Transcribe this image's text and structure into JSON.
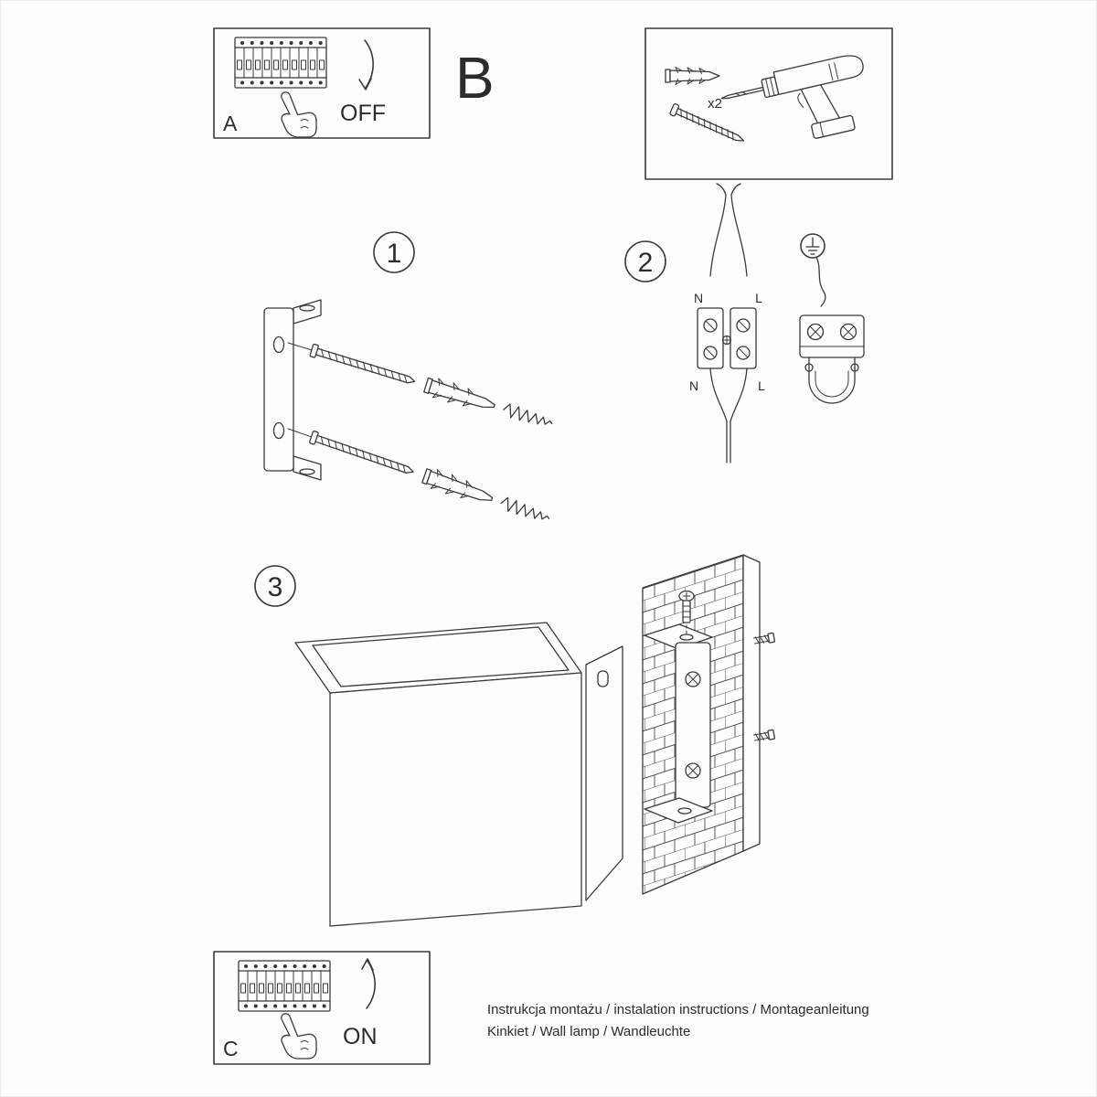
{
  "palette": {
    "line_color": "#3a3a3a",
    "background": "#fdfdfd",
    "text_color": "#2b2b2b"
  },
  "panel_a": {
    "label": "A",
    "action": "OFF"
  },
  "panel_c": {
    "label": "C",
    "action": "ON"
  },
  "section_b": {
    "label": "B"
  },
  "tools": {
    "quantity_label": "x2"
  },
  "steps": {
    "one": "1",
    "two": "2",
    "three": "3"
  },
  "wiring": {
    "n_top": "N",
    "l_top": "L",
    "n_bottom": "N",
    "l_bottom": "L"
  },
  "footer": {
    "line1": "Instrukcja montażu / instalation instructions / Montageanleitung",
    "line2": "Kinkiet / Wall lamp / Wandleuchte"
  }
}
